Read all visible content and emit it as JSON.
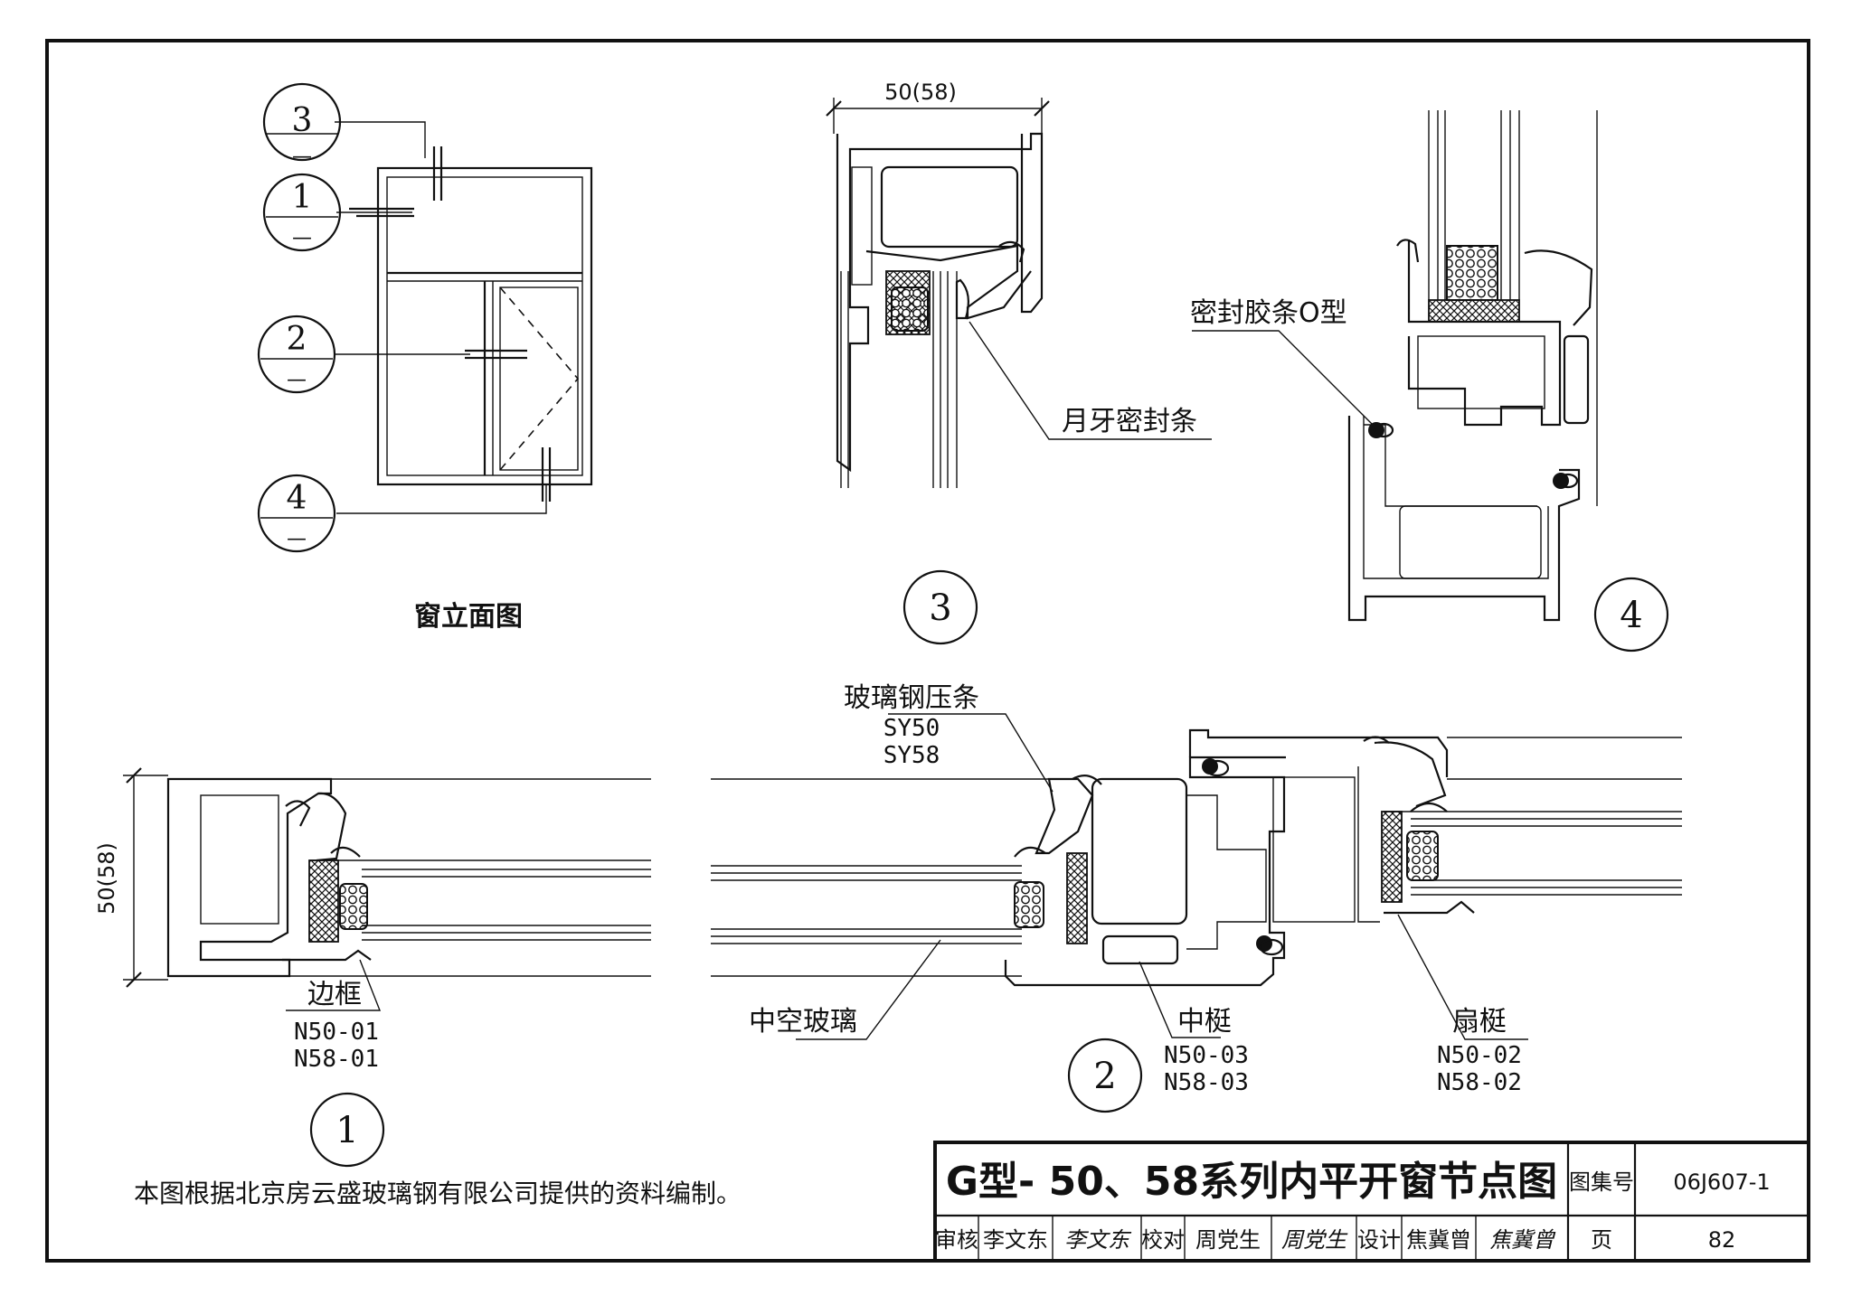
{
  "elevation": {
    "caption": "窗立面图",
    "callouts": [
      {
        "number": "3",
        "sub": "—"
      },
      {
        "number": "1",
        "sub": "—"
      },
      {
        "number": "2",
        "sub": "—"
      },
      {
        "number": "4",
        "sub": "—"
      }
    ]
  },
  "detail3": {
    "label": "3",
    "dimension": "50(58)",
    "note": "月牙密封条"
  },
  "detail4": {
    "label": "4",
    "note": "密封胶条O型"
  },
  "detail1": {
    "label": "1",
    "dimension": "50(58)",
    "part_name": "边框",
    "codes": [
      "N50-01",
      "N58-01"
    ]
  },
  "detail2": {
    "label": "2",
    "glass_bead": {
      "name": "玻璃钢压条",
      "codes": [
        "SY50",
        "SY58"
      ]
    },
    "glass": "中空玻璃",
    "mullion": {
      "name": "中梃",
      "codes": [
        "N50-03",
        "N58-03"
      ]
    },
    "sash": {
      "name": "扇梃",
      "codes": [
        "N50-02",
        "N58-02"
      ]
    }
  },
  "note": "本图根据北京房云盛玻璃钢有限公司提供的资料编制。",
  "title_block": {
    "title": "G型- 50、58系列内平开窗节点图",
    "atlas_label": "图集号",
    "atlas_number": "06J607-1",
    "page_label": "页",
    "page_number": "82",
    "roles": [
      {
        "role": "审核",
        "name": "李文东",
        "signature": "李文东"
      },
      {
        "role": "校对",
        "name": "周党生",
        "signature": "周党生"
      },
      {
        "role": "设计",
        "name": "焦冀曾",
        "signature": "焦冀曾"
      }
    ]
  }
}
